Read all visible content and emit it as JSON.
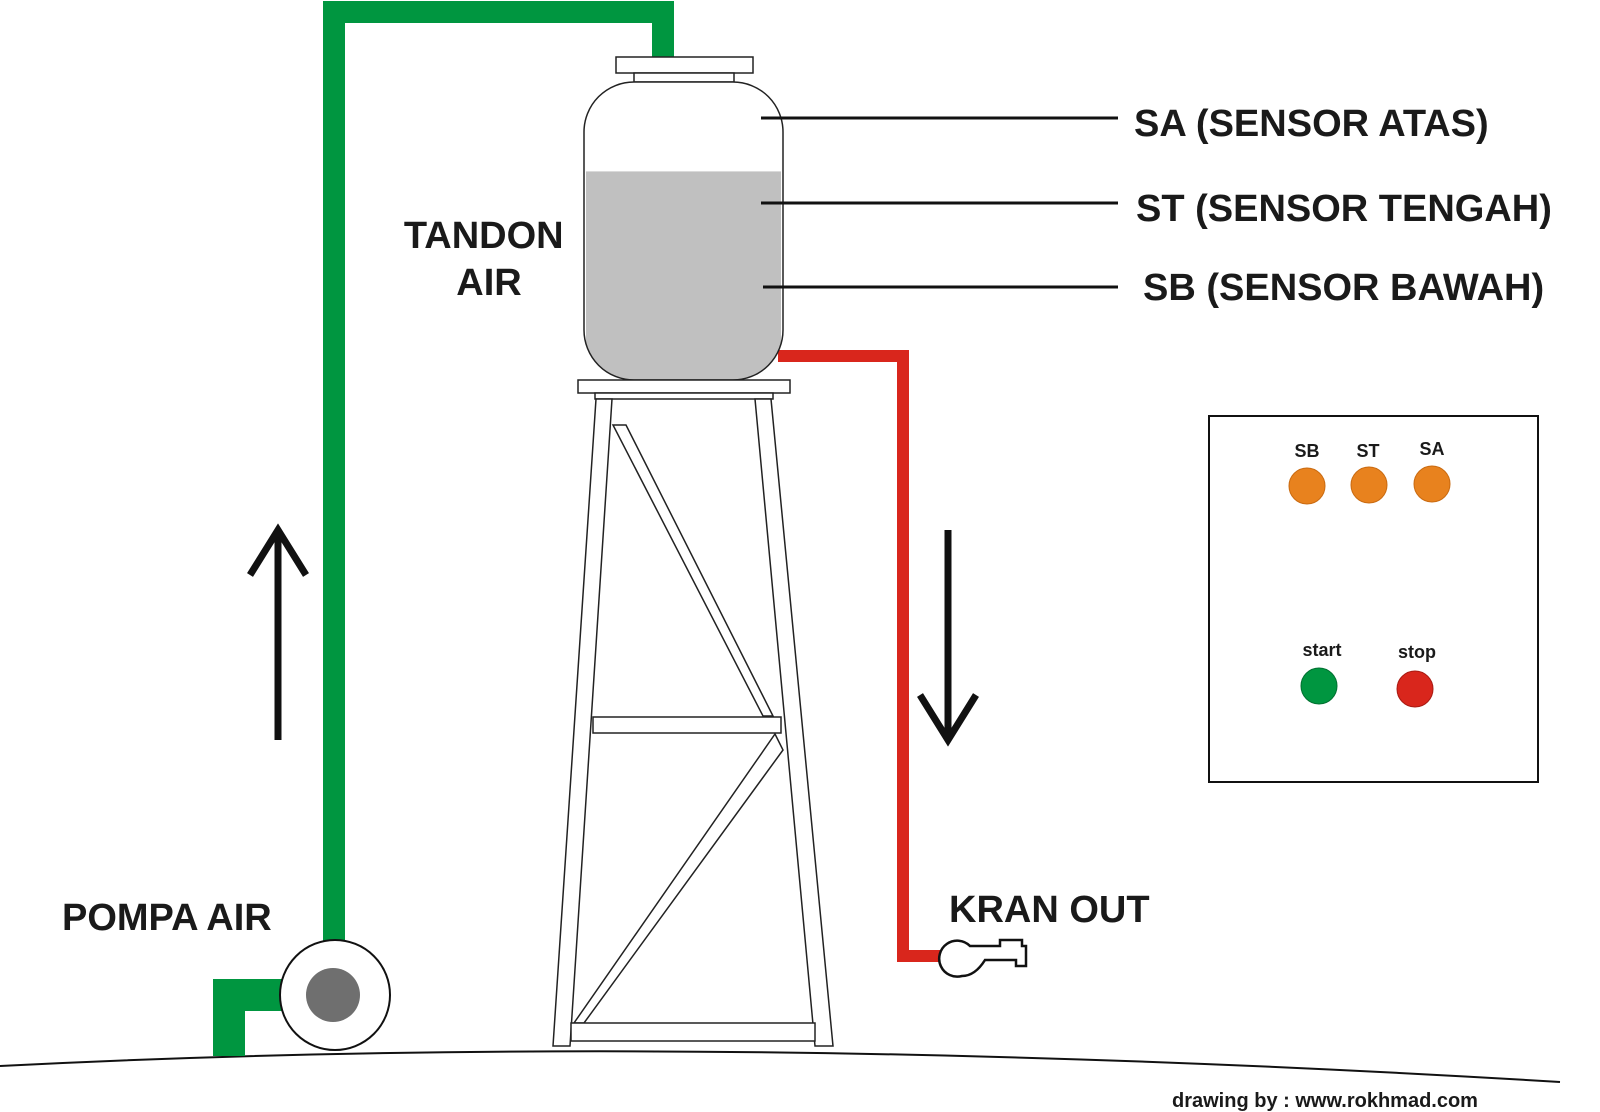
{
  "labels": {
    "tank": [
      "TANDON",
      "AIR"
    ],
    "pump": "POMPA AIR",
    "faucet": "KRAN OUT",
    "sensor_top": "SA (SENSOR ATAS)",
    "sensor_mid": "ST (SENSOR TENGAH)",
    "sensor_bottom": "SB (SENSOR BAWAH)",
    "credit": "drawing by : www.rokhmad.com"
  },
  "panel": {
    "indicators": [
      "SB",
      "ST",
      "SA"
    ],
    "start": "start",
    "stop": "stop"
  },
  "water_level_percent": 70,
  "colors": {
    "inlet_pipe": "#009640",
    "outlet_pipe": "#d9261c",
    "water": "#c0c0c0",
    "indicator": "#e8821e",
    "start": "#009640",
    "stop": "#d9261c",
    "pump_core": "#6f6f6f"
  }
}
